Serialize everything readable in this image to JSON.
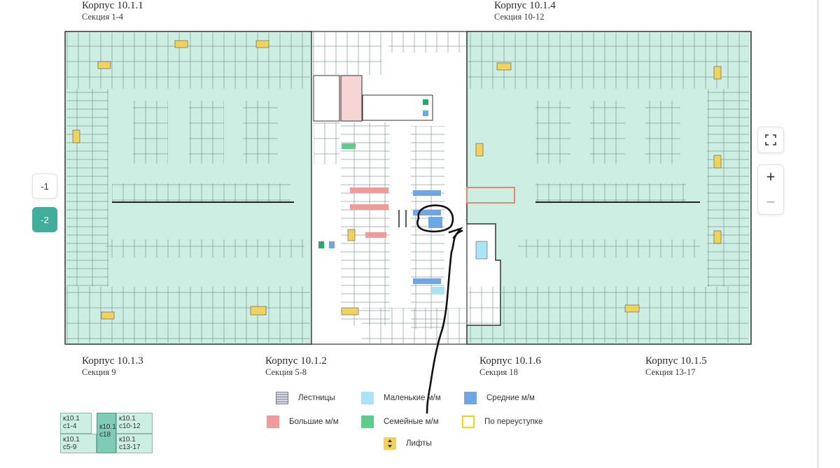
{
  "buildings": {
    "b1011": {
      "title": "Корпус 10.1.1",
      "sections": "Секция 1-4"
    },
    "b1014": {
      "title": "Корпус 10.1.4",
      "sections": "Секция 10-12"
    },
    "b1013": {
      "title": "Корпус 10.1.3",
      "sections": "Секция 9"
    },
    "b1012": {
      "title": "Корпус 10.1.2",
      "sections": "Секция 5-8"
    },
    "b1016": {
      "title": "Корпус 10.1.6",
      "sections": "Секция 18"
    },
    "b1015": {
      "title": "Корпус 10.1.5",
      "sections": "Секция 13-17"
    }
  },
  "floors": {
    "minus1": "-1",
    "minus2": "-2",
    "active": "-2"
  },
  "zoom": {
    "fullscreen_icon": "fullscreen-icon",
    "plus": "+",
    "minus": "−"
  },
  "legend": {
    "stairs": {
      "label": "Лестницы",
      "color": "#d9dbe6"
    },
    "small": {
      "label": "Маленькие м/м",
      "color": "#a9e4f5"
    },
    "medium": {
      "label": "Средние м/м",
      "color": "#6ea6e6"
    },
    "large": {
      "label": "Большие м/м",
      "color": "#f29a9a"
    },
    "family": {
      "label": "Семейные м/м",
      "color": "#5cce8a"
    },
    "resale": {
      "label": "По переуступке",
      "color": "#f2d614"
    },
    "elevators": {
      "label": "Лифты",
      "color": "#f2d35a"
    }
  },
  "minimap": {
    "c1": "к10.1\nс1-4",
    "c2": "к10.1\nс10-12",
    "c3": "к10.1\nс18",
    "c4": "к10.1\nс5-9",
    "c5": "к10.1\nс13-17"
  },
  "colors": {
    "accent": "#3fae9d",
    "parking": "#cdeee2",
    "wall": "#3a3a3a"
  }
}
